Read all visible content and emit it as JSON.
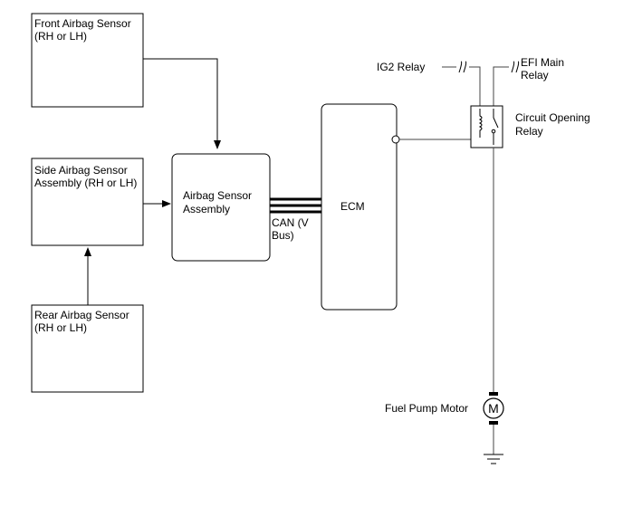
{
  "blocks": {
    "front_sensor": [
      "Front Airbag Sensor",
      "(RH or LH)"
    ],
    "side_sensor": [
      "Side Airbag Sensor",
      "Assembly (RH or LH)"
    ],
    "rear_sensor": [
      "Rear Airbag Sensor",
      "(RH or LH)"
    ],
    "airbag_assembly": [
      "Airbag Sensor",
      "Assembly"
    ],
    "ecm": "ECM"
  },
  "bus_label": [
    "CAN (V",
    "Bus)"
  ],
  "relays": {
    "ig2": "IG2 Relay",
    "efi_main": [
      "EFI Main",
      "Relay"
    ],
    "circuit_opening": [
      "Circuit Opening",
      "Relay"
    ]
  },
  "motor": {
    "label": "Fuel Pump Motor",
    "symbol": "M"
  },
  "colors": {
    "line": "#000000",
    "background": "#ffffff"
  }
}
